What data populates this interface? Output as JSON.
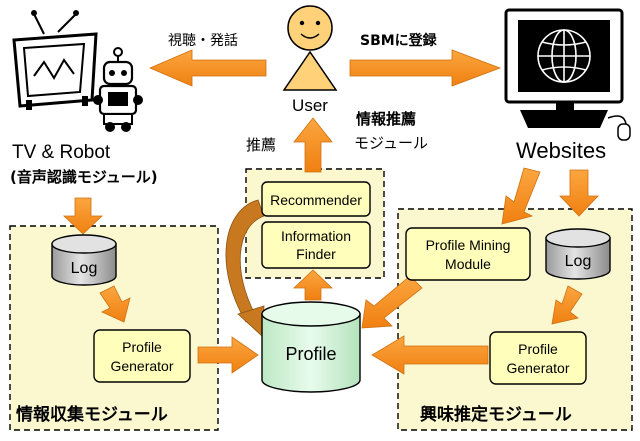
{
  "user": {
    "label": "User"
  },
  "tv_robot": {
    "title": "TV & Robot",
    "subtitle": "(音声認識モジュール)"
  },
  "websites": {
    "label": "Websites"
  },
  "edges": {
    "view_speak": "視聴・発話",
    "sbm_register": "SBMに登録",
    "recommend": "推薦"
  },
  "recommend_module": {
    "title_line1": "情報推薦",
    "title_line2": "モジュール",
    "recommender": "Recommender",
    "finder_line1": "Information",
    "finder_line2": "Finder"
  },
  "collect_module": {
    "title": "情報収集モジュール",
    "log": "Log",
    "generator_line1": "Profile",
    "generator_line2": "Generator"
  },
  "interest_module": {
    "title": "興味推定モジュール",
    "mining_line1": "Profile Mining",
    "mining_line2": "Module",
    "log": "Log",
    "generator_line1": "Profile",
    "generator_line2": "Generator"
  },
  "profile": {
    "label": "Profile"
  },
  "colors": {
    "arrow": "#f7941d",
    "curve": "#c8781e",
    "module_bg": "#fbf8d0",
    "box_bg": "#ffffbb",
    "cylinder": "#c6c6c6",
    "profile_cyl": "#d6f5dc"
  }
}
